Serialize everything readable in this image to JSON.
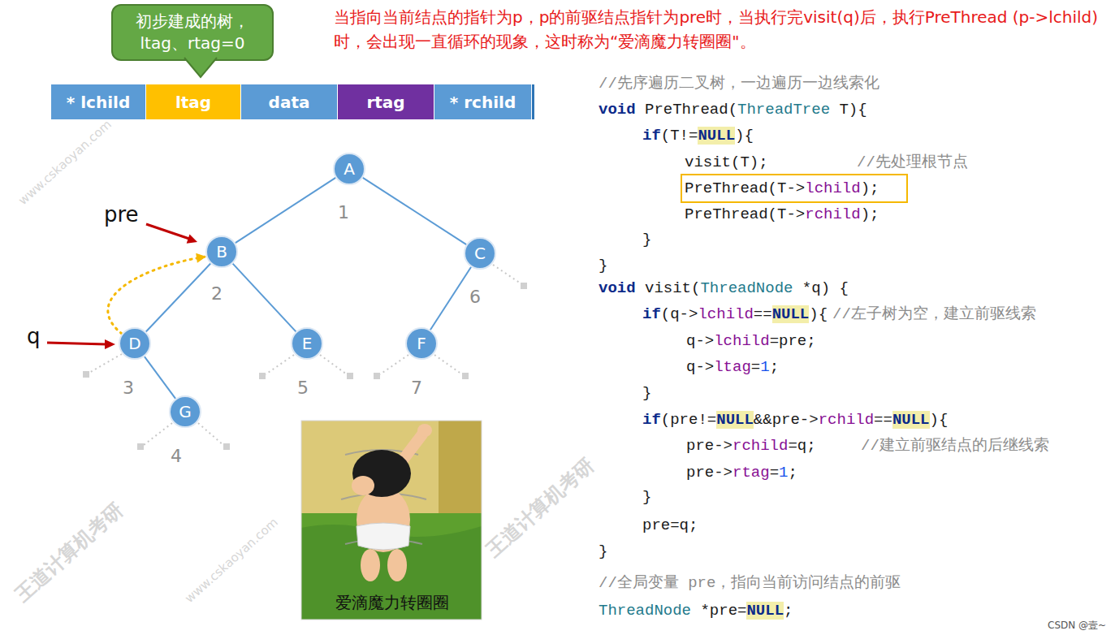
{
  "diagram": {
    "nodes": [
      {
        "text": [
          "初步建成的树， ltag、rtag=0"
        ]
      },
      {
        "text": [
          "* lchild"
        ]
      },
      {
        "text": [
          "ltag"
        ]
      },
      {
        "text": [
          "data"
        ]
      },
      {
        "text": [
          "rtag"
        ]
      },
      {
        "text": [
          "* rchild"
        ]
      },
      {
        "text": [
          "A"
        ]
      },
      {
        "text": [
          "B"
        ]
      },
      {
        "text": [
          "C"
        ]
      },
      {
        "text": [
          "D"
        ]
      },
      {
        "text": [
          "E"
        ]
      },
      {
        "text": [
          "F"
        ]
      },
      {
        "text": [
          "G"
        ]
      },
      {
        "text": [
          "PreThread(T->lchild);"
        ]
      }
    ],
    "edges": [
      {
        "from": 6,
        "to": 7,
        "arrow": "none"
      },
      {
        "from": 6,
        "to": 8,
        "arrow": "none"
      },
      {
        "from": 7,
        "to": 9,
        "arrow": "none"
      },
      {
        "from": 7,
        "to": 10,
        "arrow": "none"
      },
      {
        "from": 8,
        "to": 11,
        "arrow": "none"
      },
      {
        "from": 9,
        "to": 12,
        "arrow": "none"
      },
      {
        "from": 9,
        "to": 7,
        "arrow": "to"
      }
    ],
    "labels": [
      "当指向当前结点的指针为p，p的前驱结点指针为pre时，当执行完visit(q)后，执行PreThread (p->lchild)时，会出现一直循环的现象，这时称为“爱滴魔力转圈圈\"。",
      "pre",
      "q",
      "1",
      "2",
      "6",
      "3",
      "5",
      "7",
      "4",
      "//先序遍历二叉树，一边遍历一边线索化",
      "void PreThread(ThreadTree T){",
      "if(T!=NULL){",
      "visit(T);",
      "//先处理根节点",
      "PreThread(T->rchild);",
      "}",
      "}",
      "void visit(ThreadNode *q) {",
      "if(q->lchild==NULL){",
      "//左子树为空，建立前驱线索",
      "q->lchild=pre;",
      "q->ltag=1;",
      "}",
      "if(pre!=NULL&&pre->rchild==NULL){",
      "pre->rchild=q;",
      "//建立前驱结点的后继线索",
      "pre->rtag=1;",
      "}",
      "pre=q;",
      "}",
      "//全局变量 pre，指向当前访问结点的前驱",
      "ThreadNode *pre=NULL;",
      "爱滴魔力转圈圈",
      "王道计算机考研",
      "王道计算机考研",
      "www.cskaoyan.com",
      "www.cskaoyan.com",
      "CSDN @壹~"
    ]
  }
}
